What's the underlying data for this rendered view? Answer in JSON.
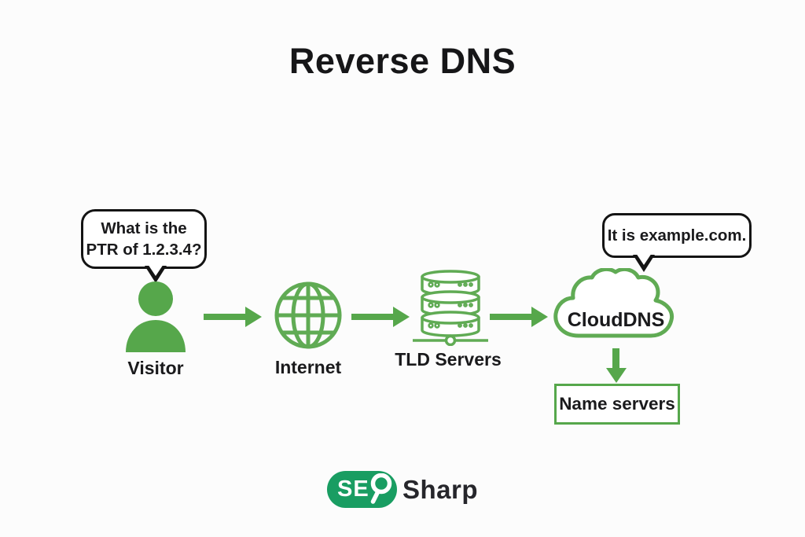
{
  "title": "Reverse DNS",
  "bubbles": {
    "question": "What is the\nPTR of 1.2.3.4?",
    "answer": "It is example.com."
  },
  "nodes": [
    {
      "id": "visitor",
      "label": "Visitor",
      "icon": "person-icon"
    },
    {
      "id": "internet",
      "label": "Internet",
      "icon": "globe-icon"
    },
    {
      "id": "tld-servers",
      "label": "TLD Servers",
      "icon": "server-stack-icon"
    },
    {
      "id": "clouddns",
      "label": "CloudDNS",
      "icon": "cloud-icon"
    },
    {
      "id": "name-servers",
      "label": "Name servers",
      "icon": "rectangle-box"
    }
  ],
  "flow": [
    "Visitor",
    "Internet",
    "TLD Servers",
    "CloudDNS",
    "Name servers"
  ],
  "logo": {
    "pill_text": "SEO",
    "pill_prefix": "SE",
    "pill_o_icon": "magnifier-o",
    "suffix": "Sharp"
  },
  "colors": {
    "accent_green": "#56a74b",
    "outline_green": "#60ab54",
    "brand_green": "#199d62",
    "ink": "#1c1c1e",
    "bubble_border": "#141414",
    "background": "#fcfcfc"
  }
}
